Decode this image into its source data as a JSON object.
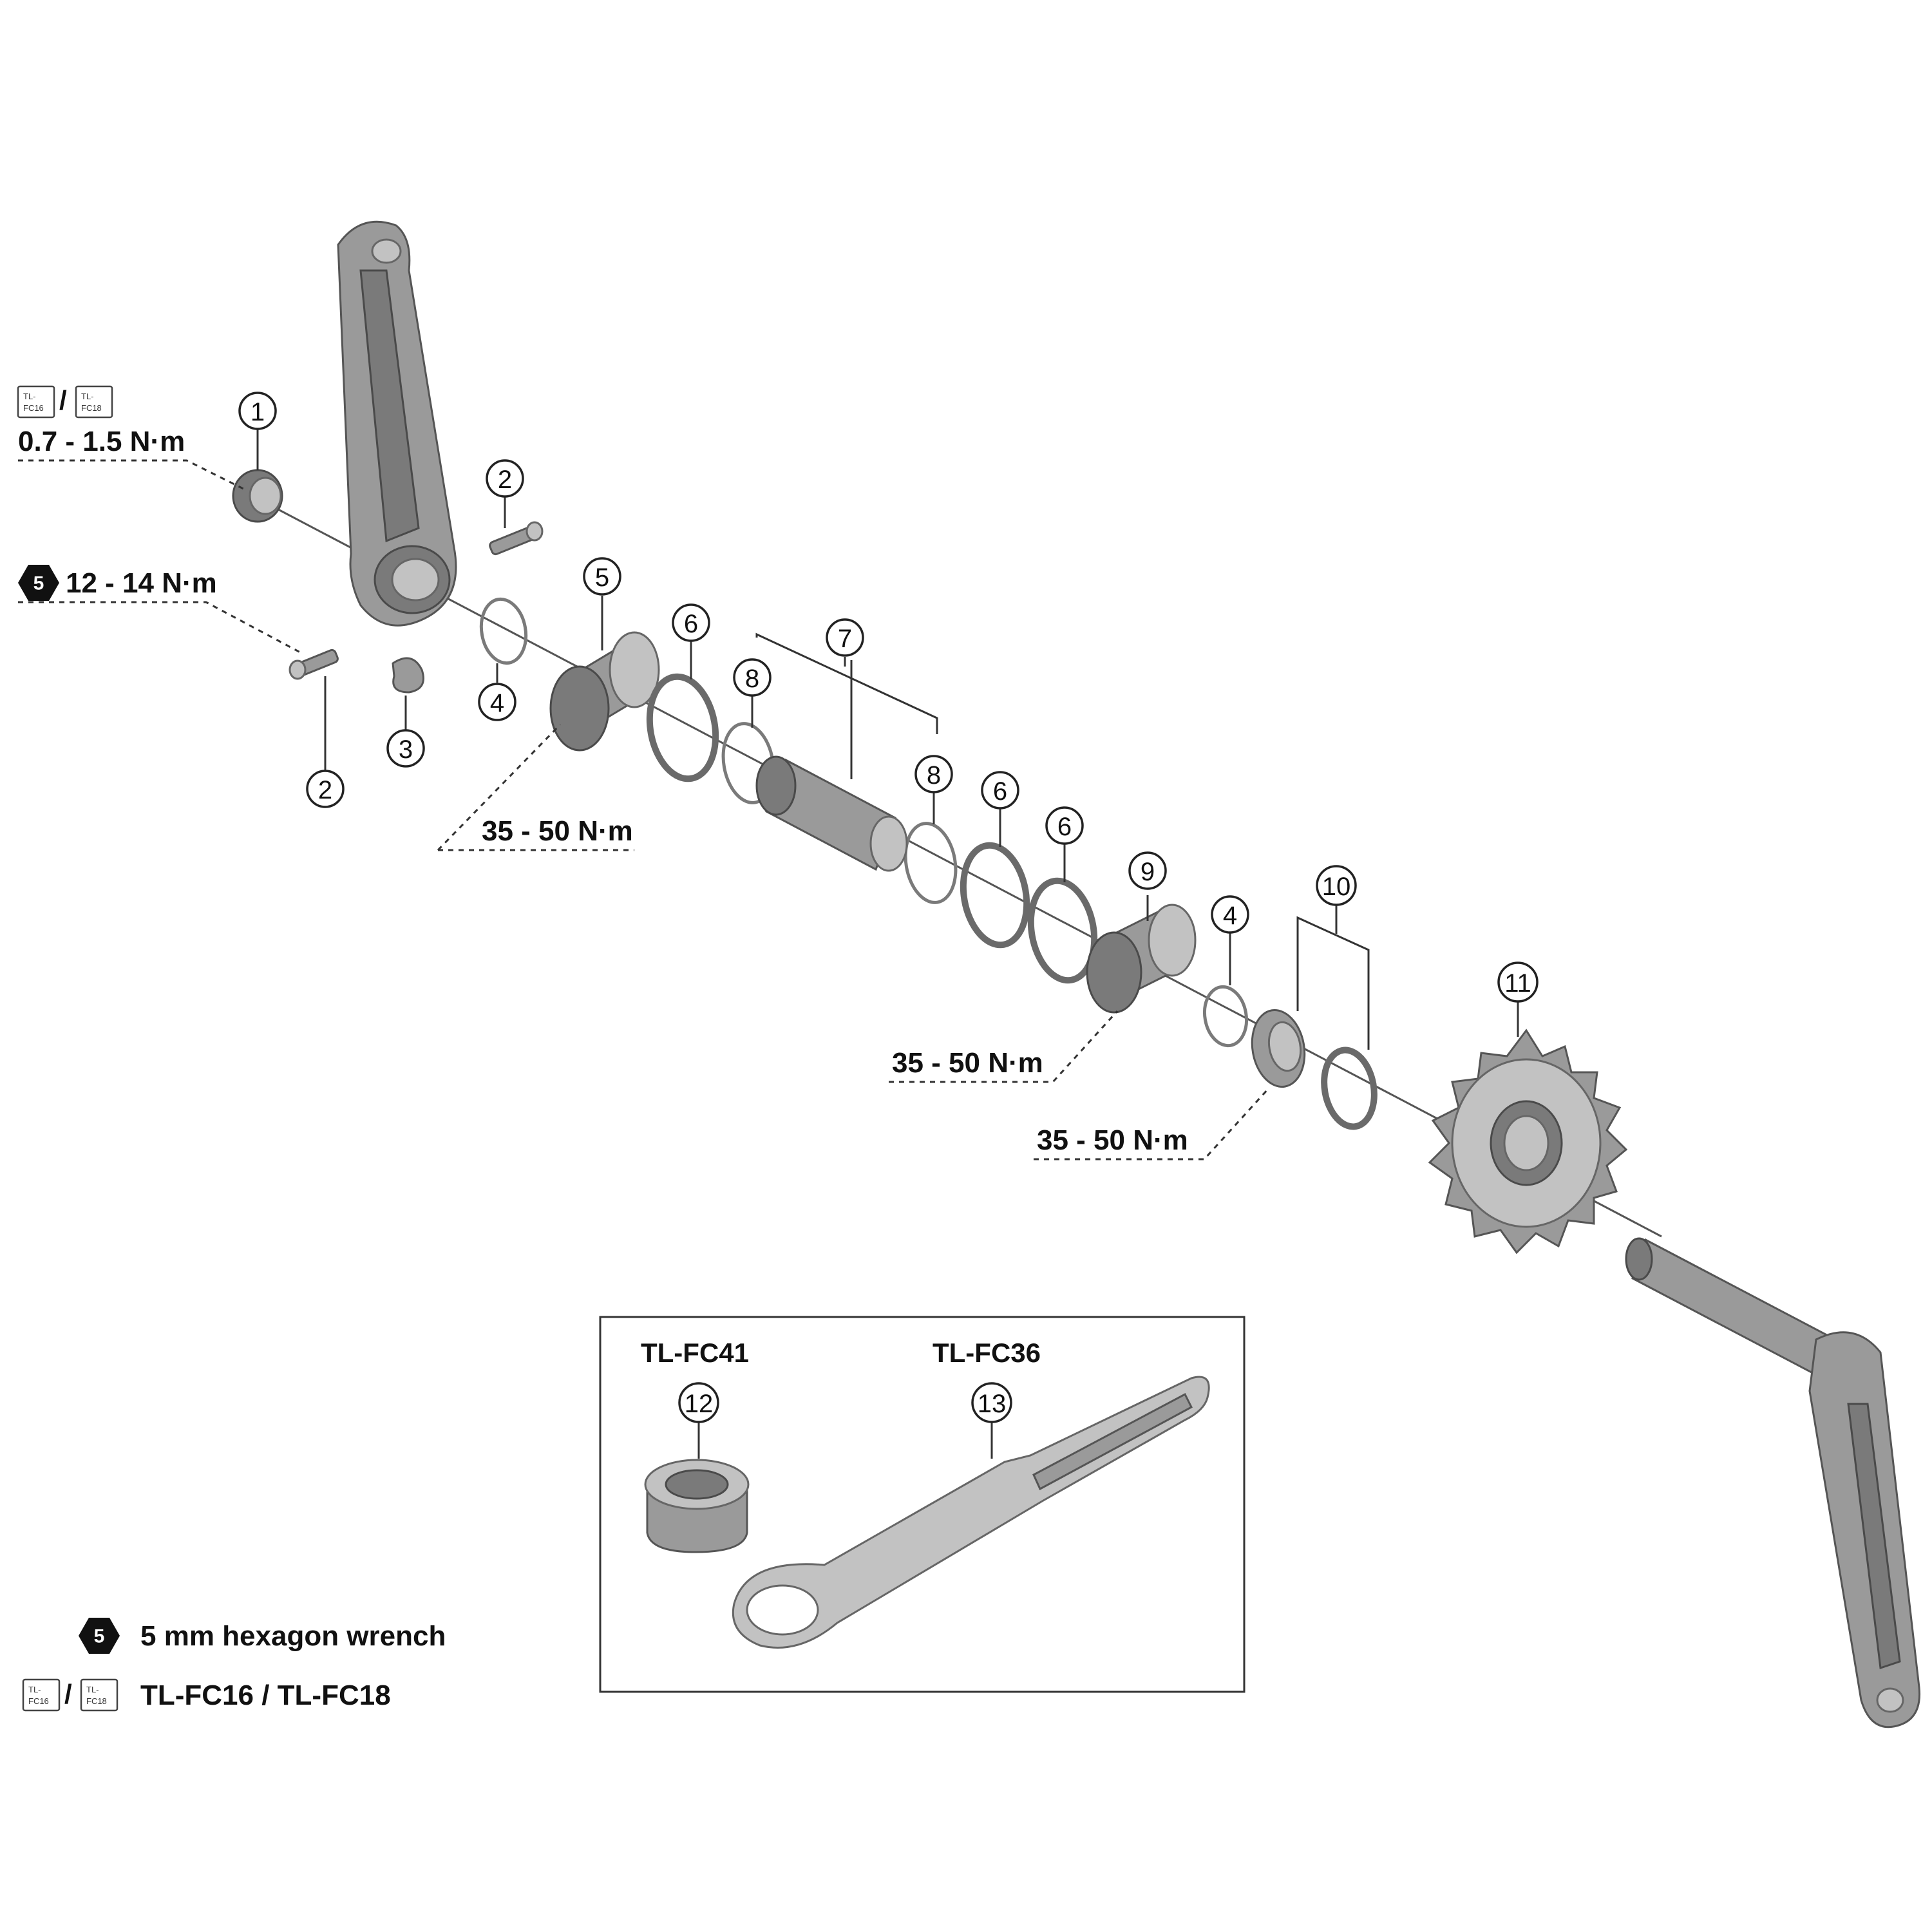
{
  "callouts": [
    "1",
    "2",
    "2",
    "3",
    "4",
    "5",
    "6",
    "7",
    "8",
    "8",
    "6",
    "6",
    "9",
    "4",
    "10",
    "11",
    "12",
    "13"
  ],
  "torques": {
    "cap": "0.7 - 1.5 N·m",
    "pinch_bolts": "12 - 14 N·m",
    "adapter_left": "35 - 50 N·m",
    "adapter_right": "35 - 50 N·m",
    "lock_ring": "35 - 50 N·m"
  },
  "tool_icons": {
    "fc16": [
      "TL-",
      "FC16"
    ],
    "fc18": [
      "TL-",
      "FC18"
    ],
    "separator": "/",
    "hex_size": "5"
  },
  "tool_box": {
    "tool_a": "TL-FC41",
    "tool_b": "TL-FC36"
  },
  "legend": {
    "hex_wrench": "5 mm hexagon wrench",
    "tl_tools": "TL-FC16 / TL-FC18"
  },
  "colors": {
    "part_dark": "#7a7a7a",
    "part_light": "#c2c2c2",
    "line": "#333333"
  }
}
